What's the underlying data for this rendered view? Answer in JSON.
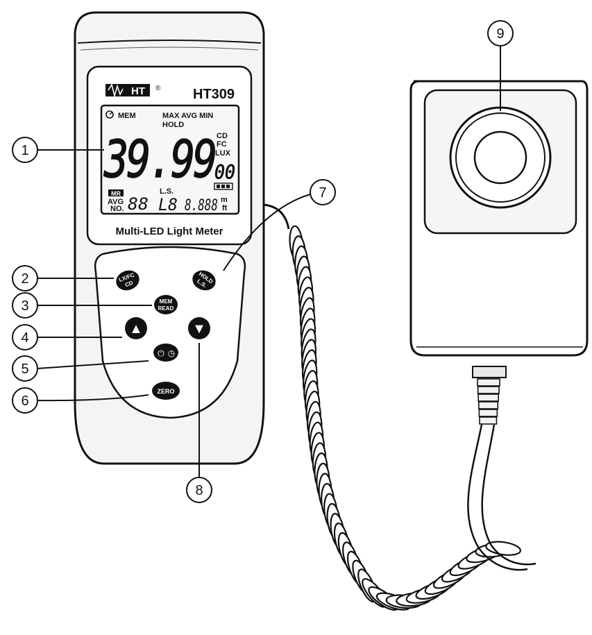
{
  "meter": {
    "brand": "HT",
    "brand_mark": "®",
    "model": "HT309",
    "name": "Multi-LED Light Meter",
    "lcd": {
      "mem": "MEM",
      "max_avg_min": "MAX AVG MIN",
      "hold": "HOLD",
      "main_value": "39.99",
      "unit_cd": "CD",
      "unit_fc": "FC",
      "unit_lux": "LUX",
      "exponent": "00",
      "mr": "MR",
      "avg": "AVG",
      "no": "NO.",
      "no_digits": "88",
      "ls": "L.S.",
      "ls_digits": "L8",
      "distance": "8.888",
      "unit_m": "m",
      "unit_ft": "ft"
    },
    "buttons": {
      "lxfc_line1": "LX/FC",
      "lxfc_line2": "CD",
      "hold_line1": "HOLD",
      "hold_line2": "L.S.",
      "mem_line1": "MEM",
      "mem_line2": "READ",
      "power_symbol": "⏻",
      "timer_symbol": "◷",
      "zero": "ZERO",
      "up_symbol": "▲",
      "down_symbol": "▼"
    }
  },
  "callouts": [
    "1",
    "2",
    "3",
    "4",
    "5",
    "6",
    "7",
    "8",
    "9"
  ]
}
